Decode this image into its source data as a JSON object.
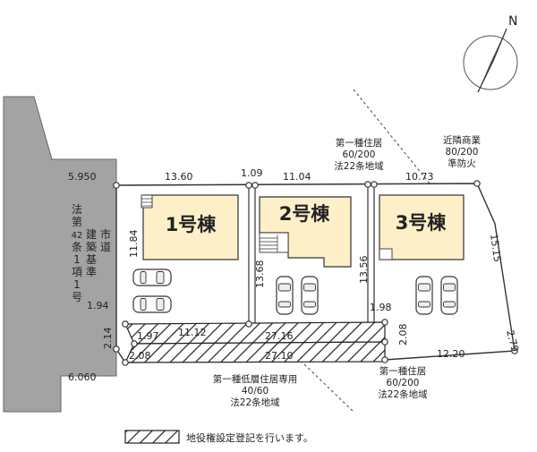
{
  "north_label": "N",
  "lots": [
    {
      "label": "1号棟"
    },
    {
      "label": "2号棟"
    },
    {
      "label": "3号棟"
    }
  ],
  "dimensions": {
    "top_left_road": "5.950",
    "lot1_top": "13.60",
    "gap_top": "1.09",
    "lot2_top": "11.04",
    "lot3_top": "10.73",
    "lot1_left": "11.84",
    "lot2_left": "13.68",
    "lot3_left": "13.56",
    "right_slope": "15.15",
    "left_small": "1.94",
    "left_bottom": "2.14",
    "easement_upper_left": "1.97",
    "easement_upper_mid": "11.12",
    "easement_upper_right": "27.16",
    "easement_lower_left": "2.08",
    "easement_lower_right": "27.10",
    "right_mid": "1.98",
    "right_vertical": "2.08",
    "bottom_right": "12.20",
    "right_corner": "2.79",
    "bottom_left_road": "6.060"
  },
  "road_label": [
    "法",
    "第",
    "42",
    "条",
    "1",
    "項",
    "1",
    "号",
    "建",
    "築",
    "基",
    "準",
    "市",
    "道"
  ],
  "zones": {
    "north_mid": [
      "第一種住居",
      "60/200",
      "法22条地域"
    ],
    "north_right": [
      "近隣商業",
      "80/200",
      "準防火"
    ],
    "south_left": [
      "第一種低層住居専用",
      "40/60",
      "法22条地域"
    ],
    "south_right": [
      "第一種住居",
      "60/200",
      "法22条地域"
    ]
  },
  "legend": {
    "text": "地役権設定登記を行います。"
  },
  "colors": {
    "building_fill": "#fdf0c8",
    "road_fill": "#a3a3a3",
    "line": "#333333"
  },
  "icons": [
    "compass-icon",
    "car-icon"
  ]
}
